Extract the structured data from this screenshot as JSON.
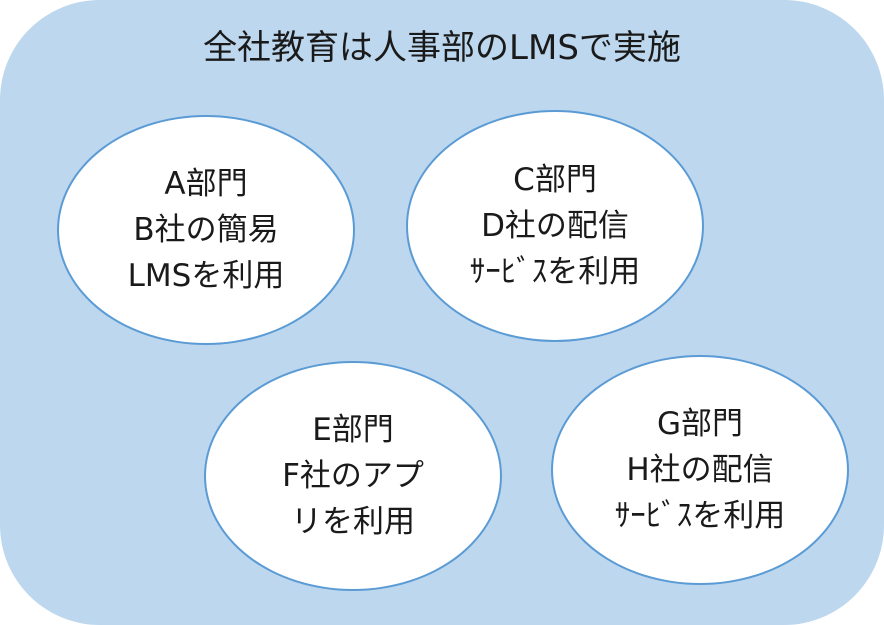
{
  "title": "全社教育は人事部のLMSで実施",
  "departments": [
    {
      "lines": [
        "A部門",
        "B社の簡易",
        "LMSを利用"
      ]
    },
    {
      "lines": [
        "C部門",
        "D社の配信",
        "ｻｰﾋﾞｽを利用"
      ]
    },
    {
      "lines": [
        "E部門",
        "F社のアプ",
        "リを利用"
      ]
    },
    {
      "lines": [
        "G部門",
        "H社の配信",
        "ｻｰﾋﾞｽを利用"
      ]
    }
  ],
  "colors": {
    "container_fill": "#bdd7ee",
    "bubble_fill": "#ffffff",
    "bubble_border": "#5b9bd5",
    "text": "#1a1a1a"
  }
}
